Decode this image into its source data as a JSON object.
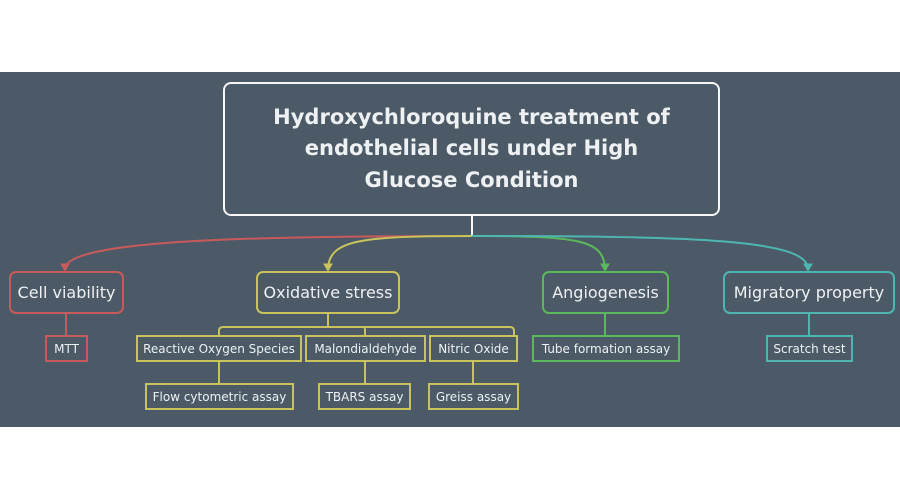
{
  "root": {
    "title": "Hydroxychloroquine treatment of endothelial cells under High Glucose Condition"
  },
  "branches": [
    {
      "label": "Cell viability",
      "color": "#c95a5c",
      "children": [
        {
          "label": "MTT"
        }
      ]
    },
    {
      "label": "Oxidative stress",
      "color": "#c8c35c",
      "children": [
        {
          "label": "Reactive Oxygen Species",
          "assay": "Flow cytometric assay"
        },
        {
          "label": "Malondialdehyde",
          "assay": "TBARS assay"
        },
        {
          "label": "Nitric Oxide",
          "assay": "Greiss assay"
        }
      ]
    },
    {
      "label": "Angiogenesis",
      "color": "#5cb85c",
      "children": [
        {
          "label": "Tube formation assay"
        }
      ]
    },
    {
      "label": "Migratory property",
      "color": "#4fb5b0",
      "children": [
        {
          "label": "Scratch test"
        }
      ]
    }
  ]
}
